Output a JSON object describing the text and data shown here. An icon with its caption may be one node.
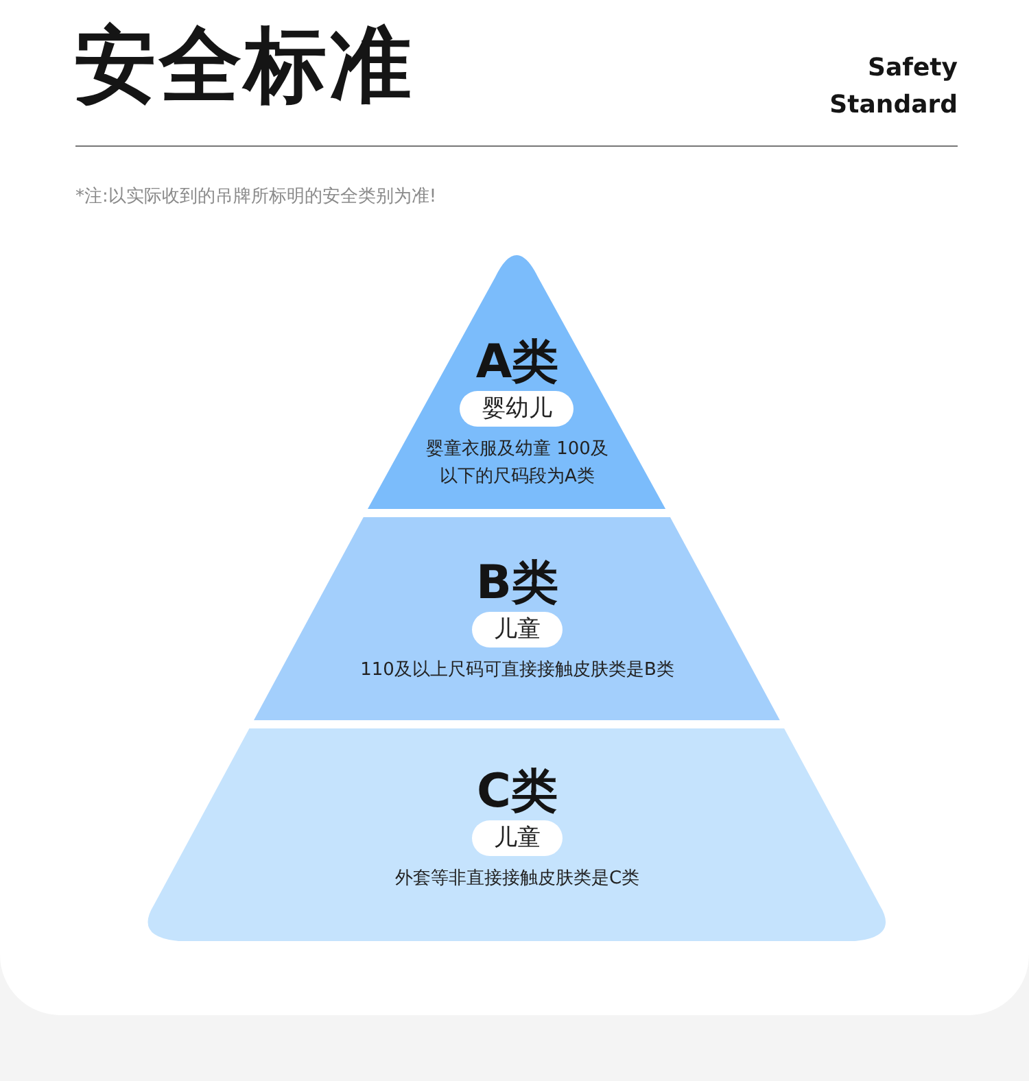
{
  "diagram": {
    "title": "安全标准",
    "nodes": [
      {
        "text": [
          "A类",
          "婴童衣服及幼童 100及以下的尺码段为A类"
        ]
      },
      {
        "text": [
          "婴幼儿"
        ],
        "in": 0
      },
      {
        "text": [
          "B类",
          "110及以上尺码可直接接触皮肤类是B类"
        ]
      },
      {
        "text": [
          "儿童"
        ],
        "in": 2
      },
      {
        "text": [
          "C类",
          "外套等非直接接触皮肤类是C类"
        ]
      },
      {
        "text": [
          "儿童"
        ],
        "in": 4
      }
    ],
    "edges": [],
    "labels": [
      "Safety Standard",
      "*注:以实际收到的吊牌所标明的安全类别为准!"
    ]
  }
}
